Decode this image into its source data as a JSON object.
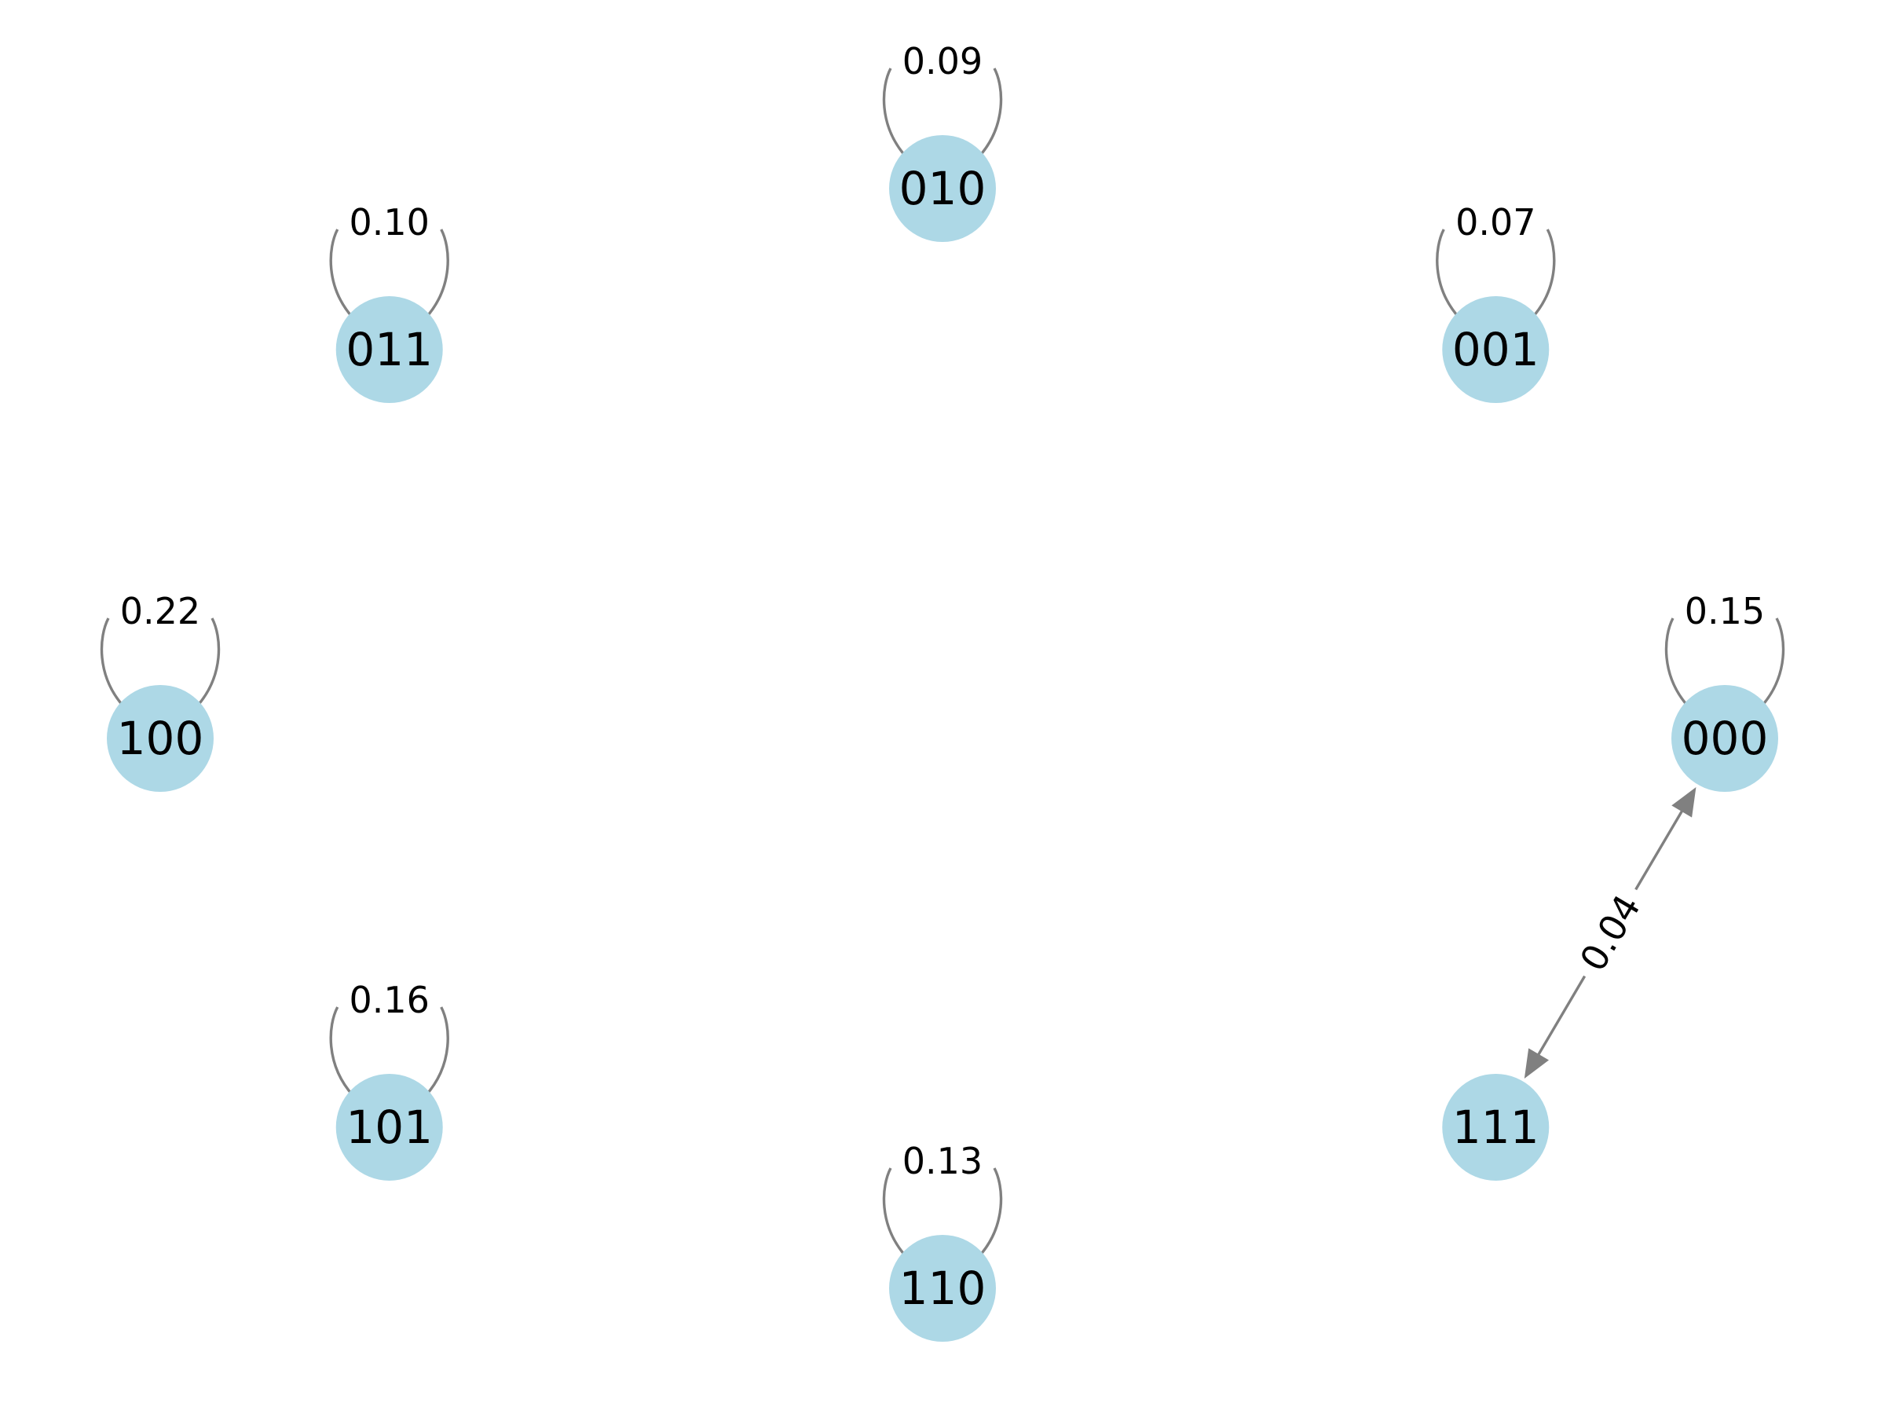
{
  "diagram": {
    "type": "directed-graph",
    "node_color": "#add8e6",
    "edge_color": "#808080",
    "nodes": [
      "000",
      "001",
      "010",
      "011",
      "100",
      "101",
      "110",
      "111"
    ],
    "self_loops": [
      {
        "node": "000",
        "label": "0.15"
      },
      {
        "node": "001",
        "label": "0.07"
      },
      {
        "node": "010",
        "label": "0.09"
      },
      {
        "node": "011",
        "label": "0.10"
      },
      {
        "node": "100",
        "label": "0.22"
      },
      {
        "node": "101",
        "label": "0.16"
      },
      {
        "node": "110",
        "label": "0.13"
      }
    ],
    "edges": [
      {
        "from": "000",
        "to": "111",
        "label": "0.04",
        "bidirectional": true
      }
    ]
  }
}
